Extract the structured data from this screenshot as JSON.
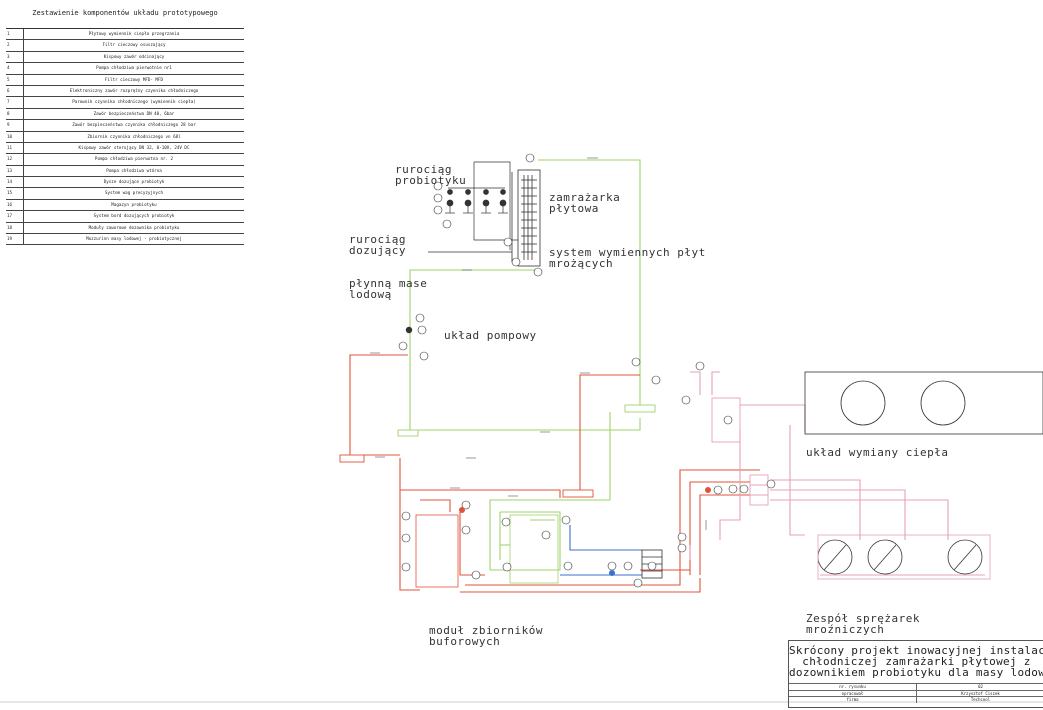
{
  "legend": {
    "title": "Zestawienie komponentów układu prototypowego",
    "rows": [
      {
        "num": "1",
        "desc": "Płytowy wymiennik ciepła przegrzania"
      },
      {
        "num": "2",
        "desc": "Filtr cieczowy osuszający"
      },
      {
        "num": "3",
        "desc": "Kispowy zawór odcinający"
      },
      {
        "num": "4",
        "desc": "Pompa chłodziwa pierwotnie nr1"
      },
      {
        "num": "5",
        "desc": "Filtr cieczowy MFD- MFD"
      },
      {
        "num": "6",
        "desc": "Elektroniczny zawór rozprężny czynnika chłodniczego"
      },
      {
        "num": "7",
        "desc": "Parownik czynnika chłodniczego (wymiennik ciepła)"
      },
      {
        "num": "8",
        "desc": "Zawór bezpieczeństwa DN 40, 6bar"
      },
      {
        "num": "9",
        "desc": "Zawór bezpieczeństwa czynnika chłodniczego 28 bar"
      },
      {
        "num": "10",
        "desc": "Zbiornik czynnika chłodniczego vn 68l"
      },
      {
        "num": "11",
        "desc": "Kispowy zawór sterujący DN 32, 0-10V, 24V DC"
      },
      {
        "num": "12",
        "desc": "Pompa chłodziwa pierwotna nr. 2"
      },
      {
        "num": "13",
        "desc": "Pompa chłodziwa wtórna"
      },
      {
        "num": "14",
        "desc": "Dysze dozujące probiotyk"
      },
      {
        "num": "15",
        "desc": "System wag precyzyjnych"
      },
      {
        "num": "16",
        "desc": "Magazyn probiotyku"
      },
      {
        "num": "17",
        "desc": "System bord dozujących probiotyk"
      },
      {
        "num": "18",
        "desc": "Moduły zaworowe dozownika probiotyku"
      },
      {
        "num": "19",
        "desc": "Mozzurinn masy lodowej - probiotycznej"
      }
    ]
  },
  "labels": {
    "probiotic_pipe": [
      "rurociąg",
      "probiotyku"
    ],
    "freezer": [
      "zamrażarka",
      "płytowa"
    ],
    "plates": [
      "system wymiennych płyt",
      "mrożących"
    ],
    "dosing_pipe": [
      "rurociąg",
      "dozujący",
      "płynną mase",
      "lodową"
    ],
    "pump_system": "układ pompowy",
    "heat_exchange": "układ wymiany ciepła",
    "compressors": [
      "Zespół sprężarek",
      "mroźniczych"
    ],
    "buffer": [
      "moduł zbiorników",
      "buforowych"
    ]
  },
  "title_block": {
    "lines": [
      "Skrócony projekt inowacyjnej instalac",
      "chłodniczej zamrażarki płytowej z",
      "dozownikiem probiotyku dla masy lodowe"
    ],
    "rows": [
      [
        "nr. rysunku",
        "02"
      ],
      [
        "opracował",
        "Krzysztof Ciszek"
      ],
      [
        "firma",
        "Techcool"
      ]
    ]
  },
  "diagram": {
    "colors": {
      "glycol_green": "#9ed36a",
      "refrigerant_red": "#e0533b",
      "pink": "#e6a0b8",
      "blue": "#3b6fd0",
      "ink": "#333333"
    }
  }
}
